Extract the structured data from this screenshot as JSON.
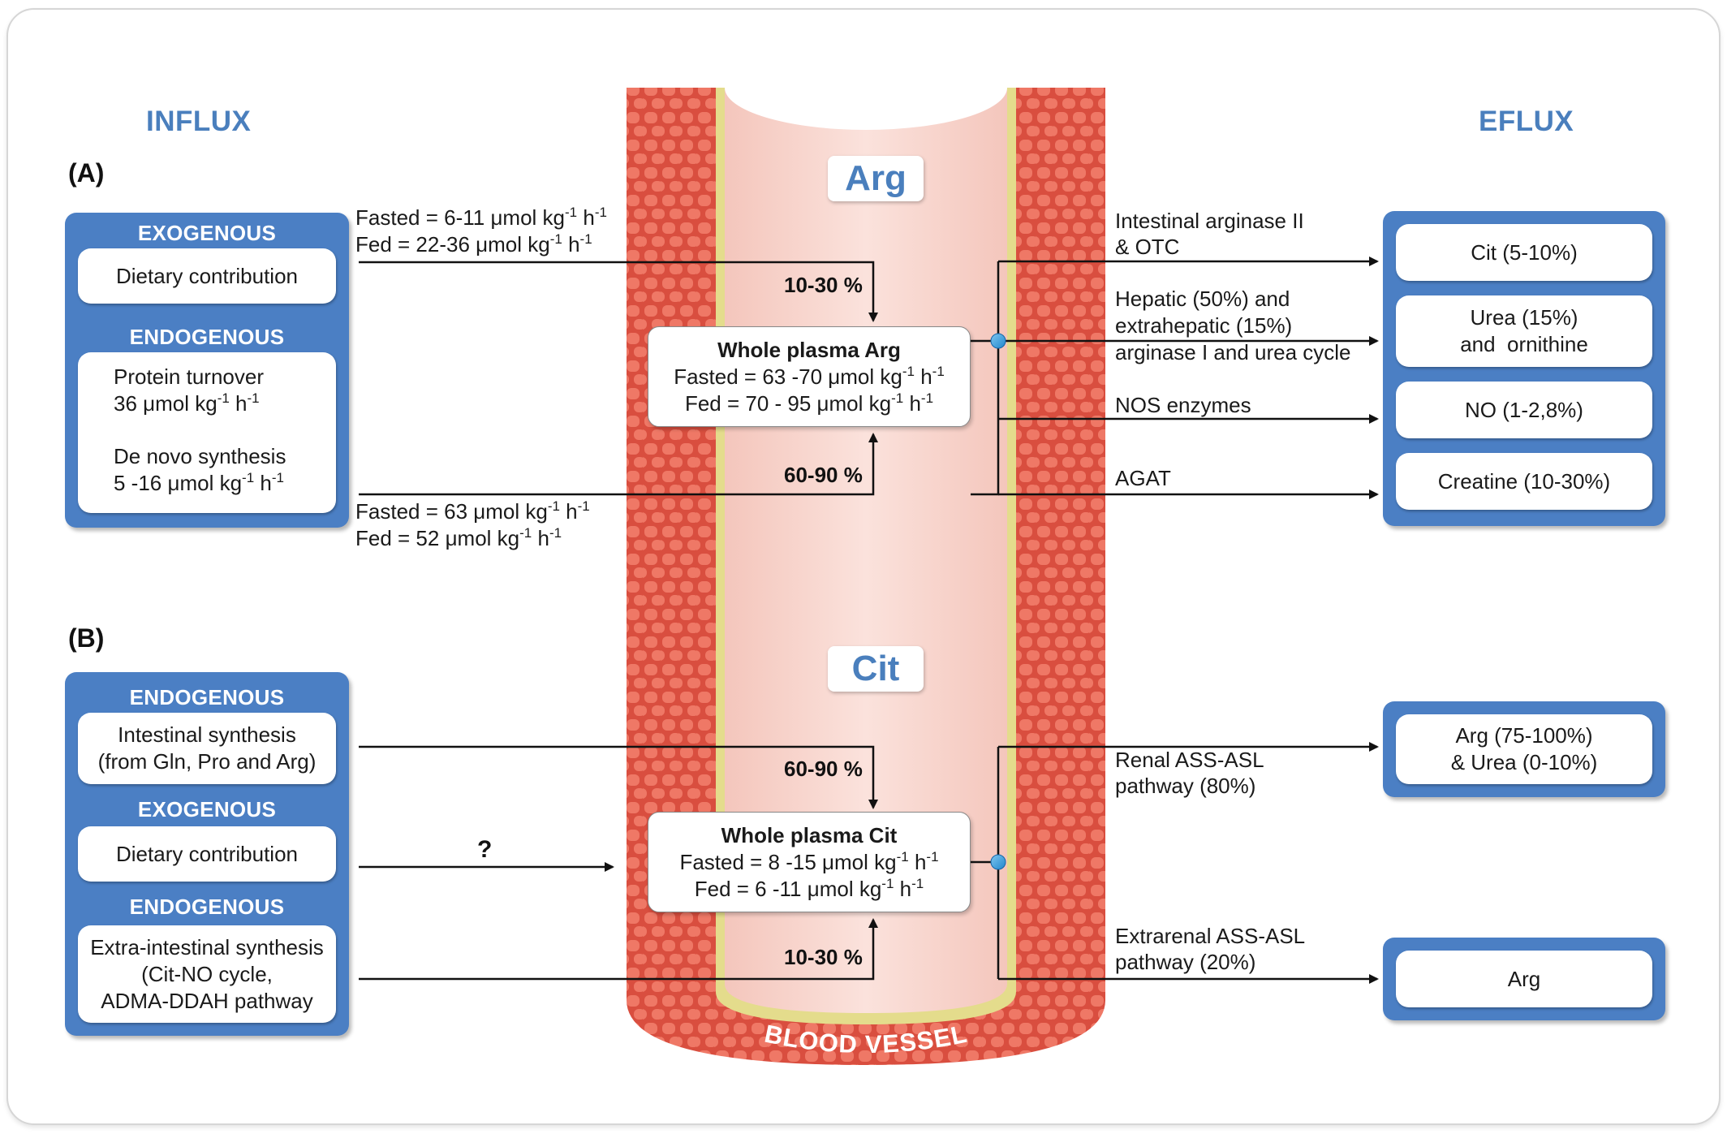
{
  "headers": {
    "influx": "INFLUX",
    "eflux": "EFLUX"
  },
  "section_a": "(A)",
  "section_b": "(B)",
  "vessel": {
    "arg_label": "Arg",
    "cit_label": "Cit",
    "vessel_label": "BLOOD VESSEL"
  },
  "a": {
    "left": {
      "exogenous_title": "EXOGENOUS",
      "dietary": "Dietary contribution",
      "endogenous_title": "ENDOGENOUS",
      "protein_turnover": "Protein turnover",
      "protein_rate": "36 μmol kg",
      "de_novo": "De novo synthesis",
      "de_novo_rate": "5 -16 μmol kg"
    },
    "influx_top": {
      "fasted": "Fasted = 6-11 μmol kg",
      "fed": "Fed = 22-36 μmol kg",
      "pct": "10-30 %"
    },
    "influx_bottom": {
      "fasted": "Fasted = 63 μmol kg",
      "fed": "Fed = 52 μmol kg",
      "pct": "60-90 %"
    },
    "plasma": {
      "title": "Whole plasma Arg",
      "fasted": "Fasted = 63 -70 μmol kg",
      "fed": "Fed = 70 - 95 μmol kg"
    },
    "efflux_labels": {
      "l1a": "Intestinal arginase II",
      "l1b": "& OTC",
      "l2a": "Hepatic (50%) and",
      "l2b": "extrahepatic (15%)",
      "l2c": "arginase I and urea cycle",
      "l3": "NOS enzymes",
      "l4": "AGAT"
    },
    "right": {
      "cit": "Cit (5-10%)",
      "urea_a": "Urea (15%)",
      "urea_b": "and  ornithine",
      "no": "NO (1-2,8%)",
      "creatine": "Creatine (10-30%)"
    }
  },
  "b": {
    "left": {
      "endogenous1_title": "ENDOGENOUS",
      "intestinal_a": "Intestinal synthesis",
      "intestinal_b": "(from Gln, Pro and Arg)",
      "exogenous_title": "EXOGENOUS",
      "dietary": "Dietary contribution",
      "endogenous2_title": "ENDOGENOUS",
      "extra_a": "Extra-intestinal synthesis",
      "extra_b": "(Cit-NO cycle,",
      "extra_c": "ADMA-DDAH pathway"
    },
    "pct_top": "60-90 %",
    "question": "?",
    "pct_bottom": "10-30 %",
    "plasma": {
      "title": "Whole plasma Cit",
      "fasted": "Fasted = 8 -15 μmol kg",
      "fed": "Fed = 6 -11 μmol kg"
    },
    "efflux_labels": {
      "l1a": "Renal ASS-ASL",
      "l1b": "pathway (80%)",
      "l2a": "Extrarenal ASS-ASL",
      "l2b": "pathway (20%)"
    },
    "right": {
      "arg_a": "Arg (75-100%)",
      "arg_b": "& Urea (0-10%)",
      "arg": "Arg"
    }
  },
  "units": {
    "neg1": "-1",
    "h": " h"
  },
  "colors": {
    "blue_box": "#4b7fc4",
    "header_blue": "#4a7fbd",
    "vessel_wall": "#e0604f",
    "vessel_lumen": "#f8d3cb",
    "vessel_lining": "#e8e193"
  }
}
